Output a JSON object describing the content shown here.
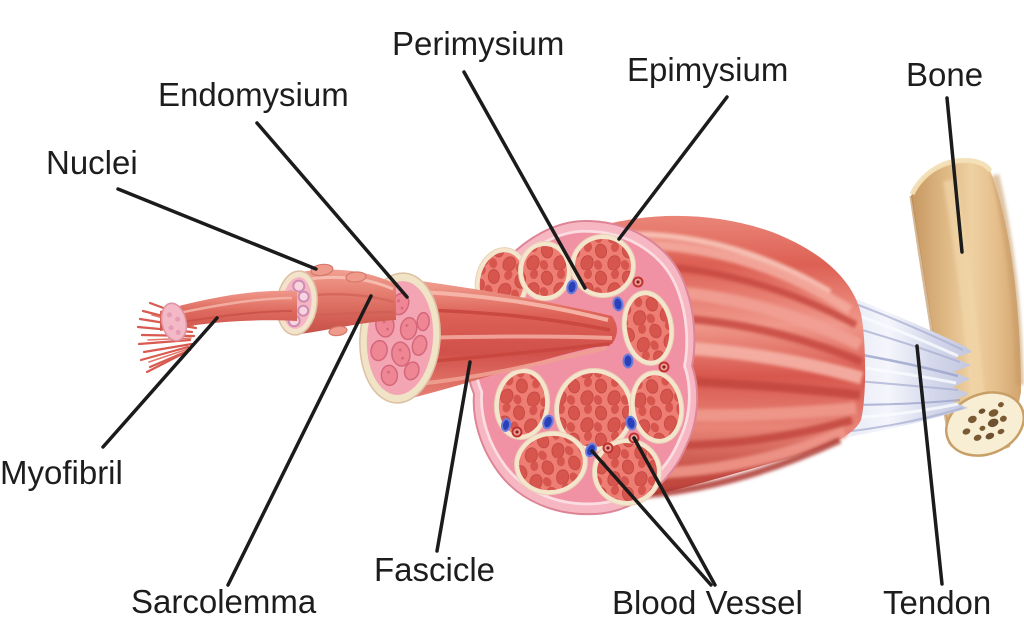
{
  "labels": {
    "perimysium": "Perimysium",
    "epimysium": "Epimysium",
    "bone": "Bone",
    "endomysium": "Endomysium",
    "nuclei": "Nuclei",
    "myofibril": "Myofibril",
    "sarcolemma": "Sarcolemma",
    "fascicle": "Fascicle",
    "blood_vessel": "Blood Vessel",
    "tendon": "Tendon"
  },
  "palette": {
    "background": "#ffffff",
    "label_text": "#1d1d1d",
    "leader_line": "#1b1b1b",
    "muscle_red": "#d9534a",
    "muscle_highlight": "#f4a79b",
    "cut_rim_pink": "#f6b7c3",
    "cut_ground_pink": "#f192a4",
    "fascicle_ring_cream": "#f3e6cc",
    "fascicle_salmon": "#ee7d74",
    "fiber_oval_red": "#d6564e",
    "myofibril_circle_pink": "#f7d4df",
    "vein_blue": "#2940b8",
    "artery_red": "#c0322e",
    "tendon_lavender": "#d5d9ec",
    "bone_tan": "#e2b887"
  }
}
